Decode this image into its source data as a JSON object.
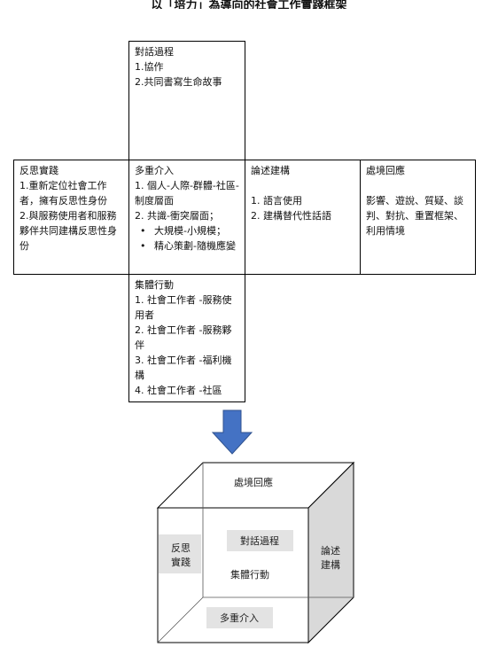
{
  "title": "以「培力」為導向的社會工作實踐框架",
  "boxes": {
    "top": {
      "heading": "對話過程",
      "items": [
        "1.協作",
        "2.共同書寫生命故事"
      ]
    },
    "left": {
      "heading": "反思實踐",
      "items": [
        "1.重新定位社會工作者，擁有反思性身份",
        "2.與服務使用者和服務夥伴共同建構反思性身份"
      ]
    },
    "center": {
      "heading": "多重介入",
      "items": [
        "1. 個人-人際-群體-社區-制度層面",
        "2. 共識-衝突層面；"
      ],
      "bullets": [
        "大規模-小規模；",
        "精心策劃-隨機應變"
      ]
    },
    "right1": {
      "heading": "論述建構",
      "items": [
        "1. 語言使用",
        "2. 建構替代性話語"
      ]
    },
    "right2": {
      "heading": "處境回應",
      "text": "影響、遊說、質疑、談判、對抗、重置框架、利用情境"
    },
    "bottom": {
      "heading": "集體行動",
      "items": [
        "1. 社會工作者 -服務使用者",
        "2. 社會工作者 -服務夥伴",
        "3. 社會工作者 -福利機構",
        "4. 社會工作者 -社區"
      ]
    }
  },
  "cube": {
    "top_label": "處境回應",
    "left_label_line1": "反思",
    "left_label_line2": "實踐",
    "back_label": "對話過程",
    "center_label": "集體行動",
    "right_label_line1": "論述",
    "right_label_line2": "建構",
    "bottom_label": "多重介入"
  },
  "colors": {
    "arrow": "#4472c4",
    "arrow_border": "#2f528f",
    "side_face": "#d9d9d9",
    "label_bg": "#e3e3e3"
  }
}
